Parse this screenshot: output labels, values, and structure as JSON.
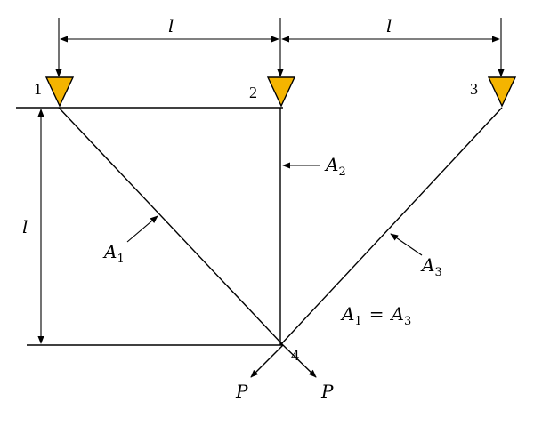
{
  "diagram": {
    "nodes": [
      {
        "id": "1",
        "label": "1"
      },
      {
        "id": "2",
        "label": "2"
      },
      {
        "id": "3",
        "label": "3"
      },
      {
        "id": "4",
        "label": "4"
      }
    ],
    "dimensions": {
      "top_left": "l",
      "top_right": "l",
      "left_vertical": "l"
    },
    "members": {
      "a1": {
        "letter": "A",
        "sub": "1"
      },
      "a2": {
        "letter": "A",
        "sub": "2"
      },
      "a3": {
        "letter": "A",
        "sub": "3"
      }
    },
    "equation": {
      "lhs_letter": "A",
      "lhs_sub": "1",
      "eq": "=",
      "rhs_letter": "A",
      "rhs_sub": "3"
    },
    "loads": {
      "left": "P",
      "right": "P"
    },
    "colors": {
      "support_fill": "#F4B400",
      "support_stroke": "#000000",
      "line": "#000000"
    }
  }
}
